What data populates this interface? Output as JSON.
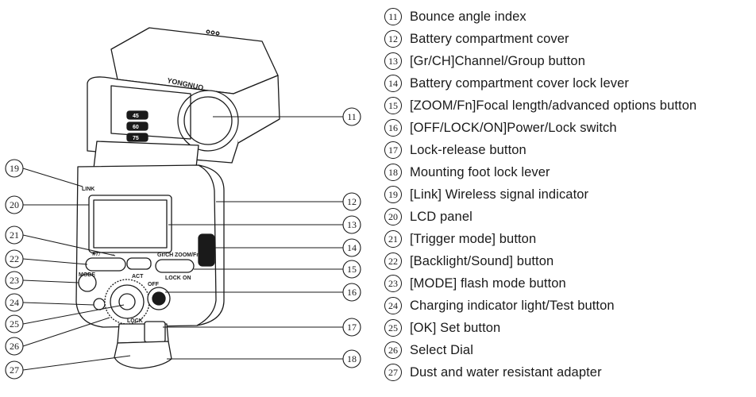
{
  "legend": [
    {
      "number": "11",
      "text": "Bounce angle index"
    },
    {
      "number": "12",
      "text": "Battery compartment cover"
    },
    {
      "number": "13",
      "text": "[Gr/CH]Channel/Group button"
    },
    {
      "number": "14",
      "text": "Battery compartment cover lock lever"
    },
    {
      "number": "15",
      "text": "[ZOOM/Fn]Focal length/advanced options button"
    },
    {
      "number": "16",
      "text": "[OFF/LOCK/ON]Power/Lock switch"
    },
    {
      "number": "17",
      "text": "Lock-release button"
    },
    {
      "number": "18",
      "text": "Mounting foot lock lever"
    },
    {
      "number": "19",
      "text": "[Link] Wireless signal indicator"
    },
    {
      "number": "20",
      "text": "LCD panel"
    },
    {
      "number": "21",
      "text": "[Trigger mode] button"
    },
    {
      "number": "22",
      "text": "[Backlight/Sound] button"
    },
    {
      "number": "23",
      "text": "[MODE] flash mode button"
    },
    {
      "number": "24",
      "text": "Charging indicator light/Test button"
    },
    {
      "number": "25",
      "text": "[OK] Set button"
    },
    {
      "number": "26",
      "text": "Select Dial"
    },
    {
      "number": "27",
      "text": "Dust and water resistant adapter"
    }
  ],
  "device": {
    "brand": "YONGNUO",
    "link_label": "LINK",
    "mode_label": "MODE",
    "backlight_label": "☀/♪",
    "trigger_label": "↔",
    "act_label": "ACT",
    "group_label": "Gr/CH",
    "zoom_label": "ZOOM/Fn",
    "off_label": "OFF",
    "lock_label": "LOCK",
    "on_label": "ON",
    "lock_release_label": "LOCK",
    "angle_marks": [
      "45",
      "60",
      "75"
    ]
  }
}
